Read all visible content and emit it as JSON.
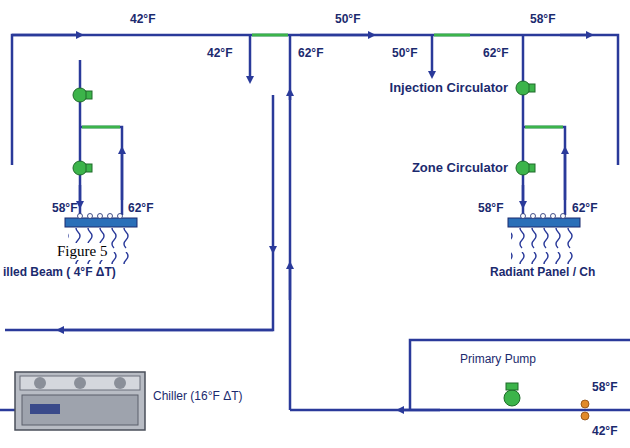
{
  "diagram": {
    "caption": "Figure 5",
    "nodes": [
      {
        "text": [
          "illed Beam ( 4°F ΔT)"
        ]
      },
      {
        "text": [
          "Radiant Panel / Ch"
        ]
      },
      {
        "text": [
          "Chiller (16°F ΔT)"
        ]
      }
    ],
    "labels": [
      "42°F",
      "50°F",
      "58°F",
      "42°F",
      "62°F",
      "50°F",
      "62°F",
      "Injection Circulator",
      "Zone Circulator",
      "58°F",
      "62°F",
      "58°F",
      "62°F",
      "Primary Pump",
      "58°F",
      "42°F"
    ]
  }
}
